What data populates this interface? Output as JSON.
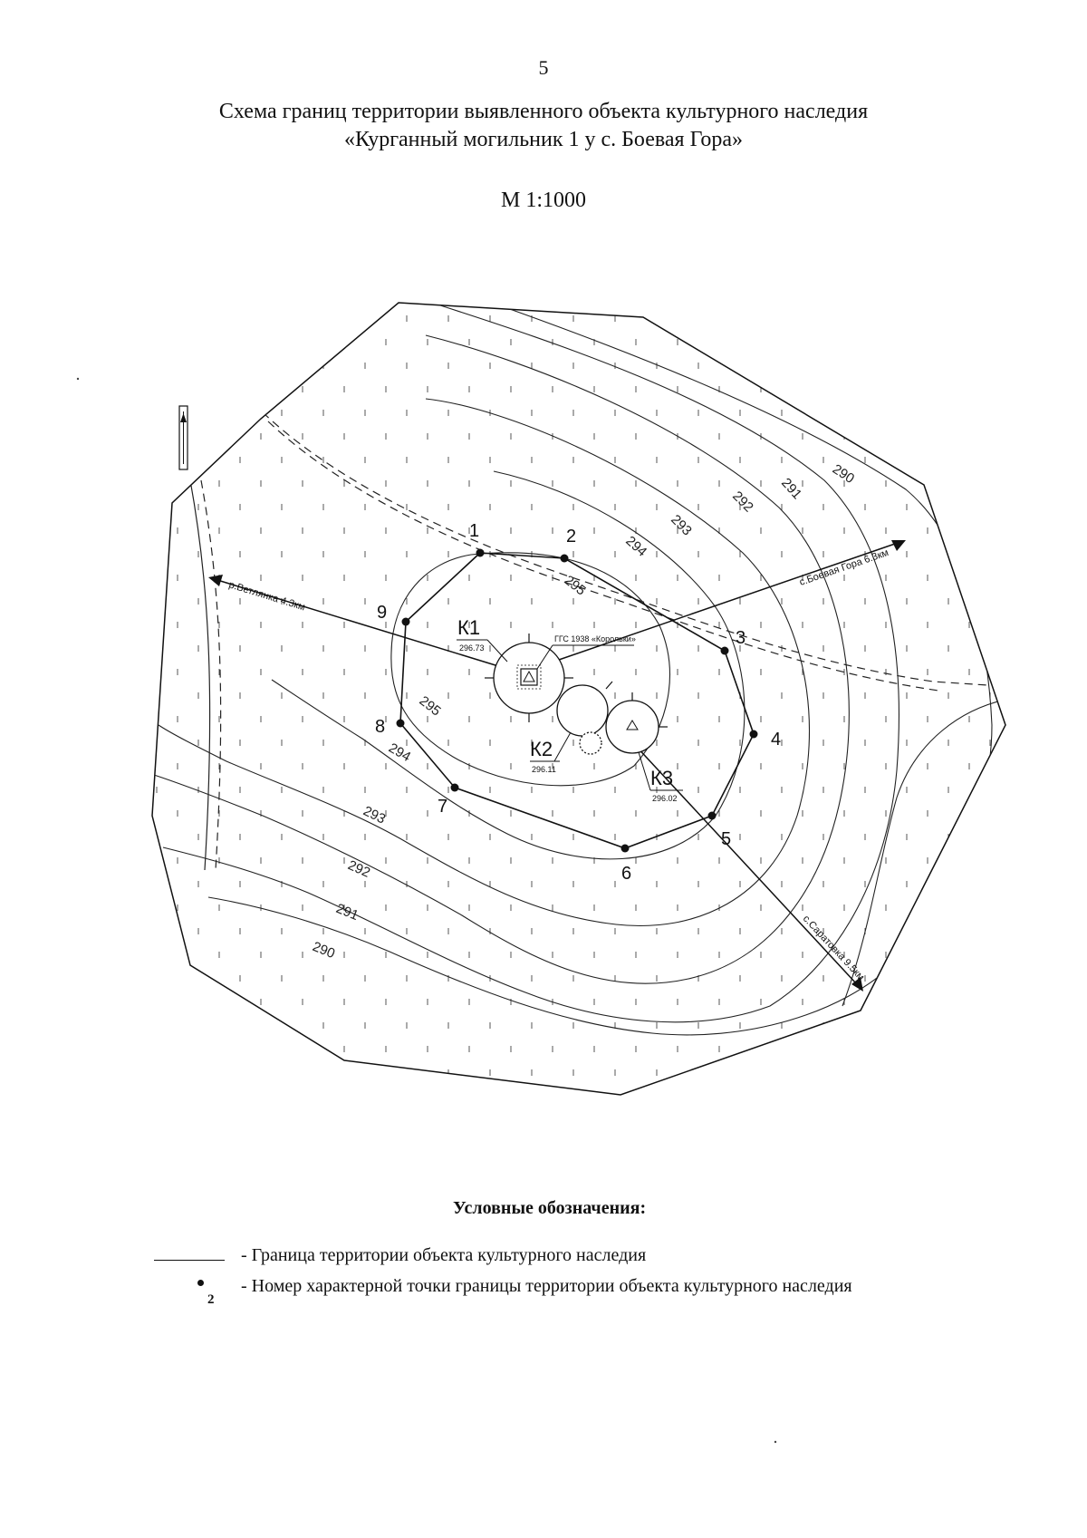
{
  "page_number": "5",
  "title_line1": "Схема границ территории выявленного объекта культурного наследия",
  "title_line2": "«Курганный могильник 1 у с. Боевая Гора»",
  "scale": "М 1:1000",
  "boundary_points": [
    {
      "label": "1"
    },
    {
      "label": "2"
    },
    {
      "label": "3"
    },
    {
      "label": "4"
    },
    {
      "label": "5"
    },
    {
      "label": "6"
    },
    {
      "label": "7"
    },
    {
      "label": "8"
    },
    {
      "label": "9"
    }
  ],
  "mounds": [
    {
      "label": "К1",
      "elevation": "296.73"
    },
    {
      "label": "К2",
      "elevation": "296.11"
    },
    {
      "label": "К3",
      "elevation": "296.02"
    }
  ],
  "survey_point": "ГГС 1938 «Корольки»",
  "contour_labels": {
    "c290a": "290",
    "c291a": "291",
    "c292a": "292",
    "c293a": "293",
    "c294a": "294",
    "c295a": "295",
    "c290b": "290",
    "c291b": "291",
    "c292b": "292",
    "c293b": "293",
    "c294b": "294",
    "c295b": "295"
  },
  "directions": {
    "boevaya_gora": "с.Боевая Гора 6.3км",
    "vetlyanka": "р.Ветлянка 4.3км",
    "saratovka": "с.Саратовка 9.5км"
  },
  "legend": {
    "title": "Условные обозначения:",
    "boundary": "- Граница территории объекта культурного наследия",
    "point": "- Номер характерной точки границы территории объекта культурного наследия",
    "point_example": "2"
  }
}
